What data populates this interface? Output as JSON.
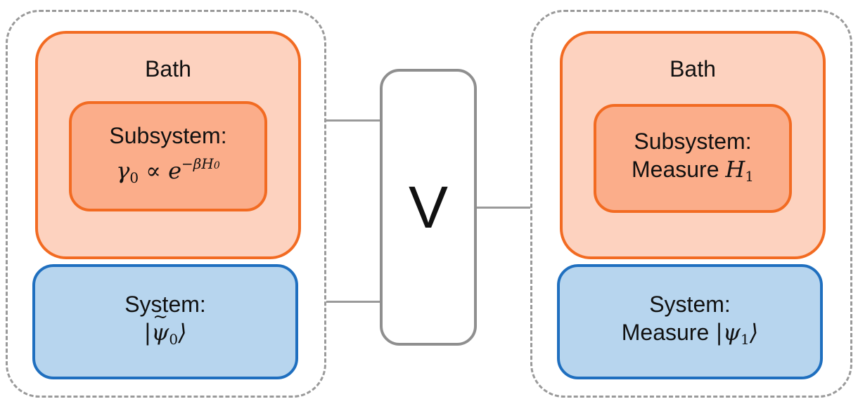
{
  "left": {
    "bath_label": "Bath",
    "subsystem_title": "Subsystem:",
    "subsystem_expr": "γ0 ∝ e^(−βH0)",
    "system_title": "System:",
    "system_state": "|ψ̃0⟩"
  },
  "center": {
    "operator_label": "V"
  },
  "right": {
    "bath_label": "Bath",
    "subsystem_title": "Subsystem:",
    "subsystem_measure_text": "Measure",
    "subsystem_measure_var": "H",
    "subsystem_measure_sub": "1",
    "system_title": "System:",
    "system_measure_text": "Measure",
    "system_state_symbol": "ψ",
    "system_state_sub": "1"
  },
  "colors": {
    "bath_fill": "#fdd2bf",
    "subsystem_fill": "#fbad8a",
    "orange_border": "#f26b22",
    "system_fill": "#b7d5ee",
    "blue_border": "#1f6fbf",
    "gray": "#9a9a9a"
  }
}
